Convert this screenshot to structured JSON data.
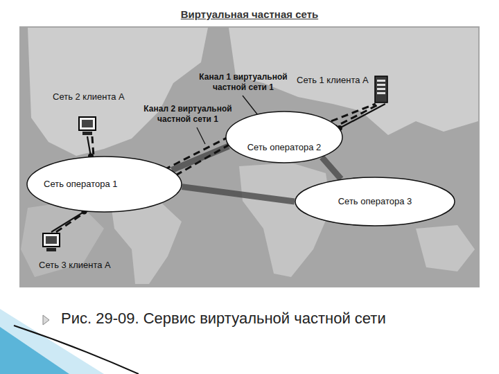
{
  "diagram": {
    "title": "Виртуальная частная сеть",
    "caption": "Рис. 29-09. Сервис виртуальной частной сети",
    "nodes": [
      {
        "text": [
          "Сеть 1 клиента А"
        ]
      },
      {
        "text": [
          "Сеть 2 клиента А"
        ]
      },
      {
        "text": [
          "Сеть оператора 2"
        ]
      },
      {
        "text": [
          "Сеть оператора 1"
        ]
      },
      {
        "text": [
          "Сеть оператора 3"
        ]
      },
      {
        "text": [
          "Сеть 3 клиента А"
        ]
      }
    ],
    "edges": [
      {
        "from": 1,
        "to": 3,
        "arrow": "none"
      },
      {
        "from": 5,
        "to": 3,
        "arrow": "none"
      },
      {
        "from": 0,
        "to": 2,
        "arrow": "none"
      },
      {
        "from": 3,
        "to": 2,
        "arrow": "none"
      },
      {
        "from": 2,
        "to": 4,
        "arrow": "none"
      },
      {
        "from": 3,
        "to": 4,
        "arrow": "none"
      },
      {
        "from": 1,
        "to": 0,
        "arrow": "none"
      },
      {
        "from": 5,
        "to": 0,
        "arrow": "none"
      }
    ],
    "labels": [
      "Канал 1 виртуальной частной сети 1",
      "Канал 2 виртуальной частной сети 1"
    ]
  }
}
